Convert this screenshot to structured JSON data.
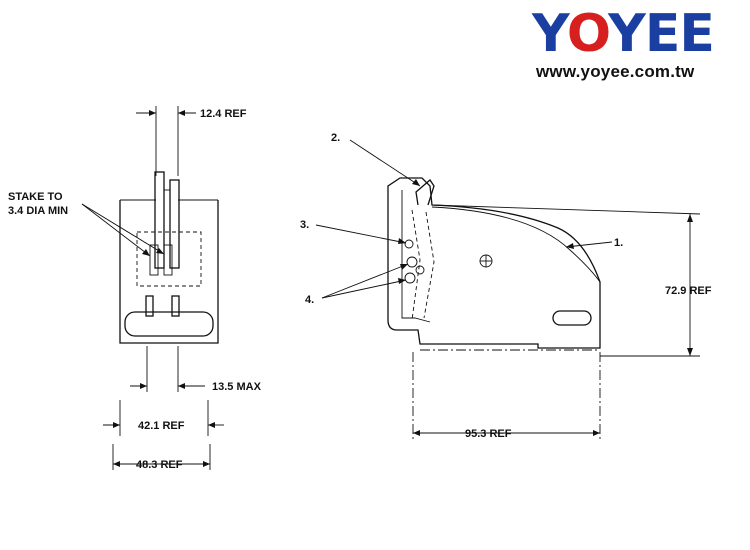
{
  "brand": {
    "logo_text": "YOYEE",
    "url": "www.yoyee.com.tw",
    "color": "#1a3fa0",
    "accent": "#d62020"
  },
  "front_view": {
    "dim_top": "12.4 REF",
    "note_line1": "STAKE TO",
    "note_line2": "3.4 DIA MIN",
    "dim_max": "13.5 MAX",
    "dim_inner": "42.1 REF",
    "dim_outer": "48.3 REF"
  },
  "side_view": {
    "callout_1": "1.",
    "callout_2": "2.",
    "callout_3": "3.",
    "callout_4": "4.",
    "dim_height": "72.9 REF",
    "dim_width": "95.3 REF"
  }
}
